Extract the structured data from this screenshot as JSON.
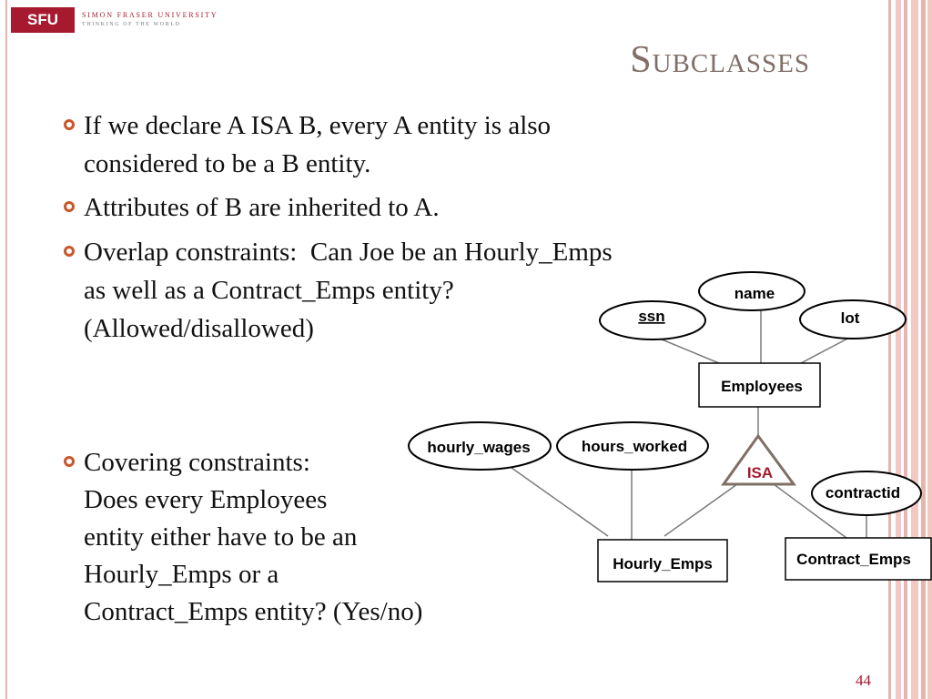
{
  "header": {
    "logo_mark": "SFU",
    "logo_line1": "SIMON FRASER UNIVERSITY",
    "logo_line2": "THINKING OF THE WORLD"
  },
  "slide": {
    "title": "Subclasses",
    "page_number": "44"
  },
  "bullets": [
    {
      "lines": [
        "If we declare A ISA B, every A entity is also",
        "considered to be a B entity."
      ]
    },
    {
      "lines": [
        "Attributes of B are inherited to A."
      ]
    },
    {
      "lines": [
        "Overlap constraints:  Can Joe be an Hourly_Emps",
        "as well as a Contract_Emps entity?",
        "(Allowed/disallowed)"
      ]
    },
    {
      "lines": [
        "Covering constraints:",
        "Does every Employees",
        "entity either have to be an",
        "Hourly_Emps or a",
        "Contract_Emps entity? (Yes/no)"
      ]
    }
  ],
  "diagram": {
    "attributes": {
      "ssn": "ssn",
      "name": "name",
      "lot": "lot",
      "hourly_wages": "hourly_wages",
      "hours_worked": "hours_worked",
      "contractid": "contractid"
    },
    "entities": {
      "employees": "Employees",
      "hourly_emps": "Hourly_Emps",
      "contract_emps": "Contract_Emps"
    },
    "isa": "ISA",
    "colors": {
      "isa": "#a6192e",
      "bullet": "#c8572b",
      "stripe": "#e8b4ae"
    }
  }
}
